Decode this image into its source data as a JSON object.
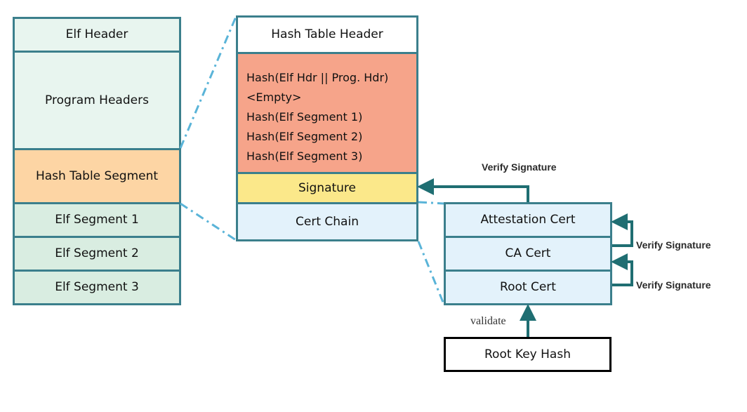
{
  "colors": {
    "frame": "#3b7f8c",
    "arrow": "#1f6e72",
    "dashed_connector": "#5ab4d8",
    "elf_header_fill": "#e8f5ef",
    "hash_segment_fill": "#fdd5a4",
    "elf_segment_fill": "#d9ede1",
    "hash_table_fill": "#f6a48a",
    "signature_fill": "#fbe88a",
    "cert_chain_fill": "#e3f2fb",
    "cert_fill": "#e3f2fb",
    "root_key_hash_fill": "#ffffff"
  },
  "elf_file": {
    "elf_header": "Elf Header",
    "program_headers": "Program Headers",
    "hash_table_segment": "Hash Table Segment",
    "elf_segment_1": "Elf Segment 1",
    "elf_segment_2": "Elf Segment 2",
    "elf_segment_3": "Elf Segment 3"
  },
  "hash_table": {
    "header": "Hash Table Header",
    "entries": [
      "Hash(Elf Hdr || Prog. Hdr)",
      "<Empty>",
      "Hash(Elf Segment 1)",
      "Hash(Elf Segment 2)",
      "Hash(Elf Segment 3)"
    ],
    "signature": "Signature",
    "cert_chain": "Cert Chain"
  },
  "cert_chain": {
    "attestation_cert": "Attestation Cert",
    "ca_cert": "CA Cert",
    "root_cert": "Root Cert"
  },
  "root_key_hash": "Root Key Hash",
  "labels": {
    "verify_signature_top": "Verify Signature",
    "verify_signature_ca": "Verify Signature",
    "verify_signature_root": "Verify Signature",
    "validate": "validate"
  }
}
